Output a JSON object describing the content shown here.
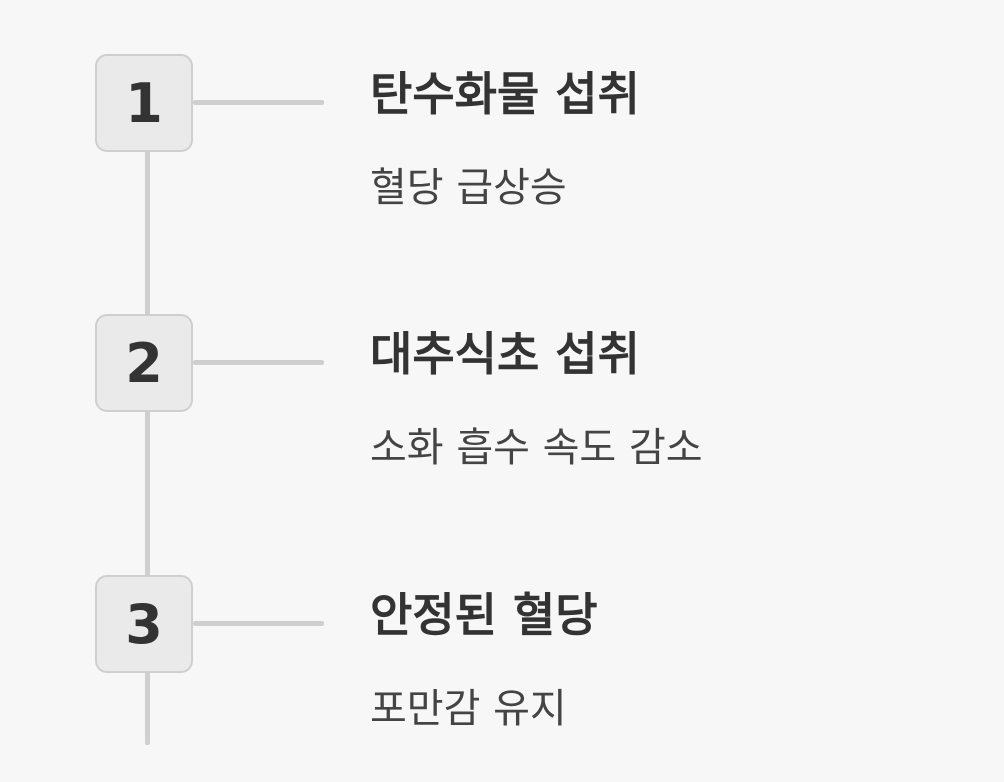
{
  "steps": [
    {
      "number": "1",
      "title": "탄수화물 섭취",
      "description": "혈당 급상승"
    },
    {
      "number": "2",
      "title": "대추식초 섭취",
      "description": "소화 흡수 속도 감소"
    },
    {
      "number": "3",
      "title": "안정된 혈당",
      "description": "포만감 유지"
    }
  ],
  "colors": {
    "background": "#f7f7f7",
    "box_fill": "#eaeaea",
    "line": "#cfcfcf",
    "text": "#333333"
  }
}
